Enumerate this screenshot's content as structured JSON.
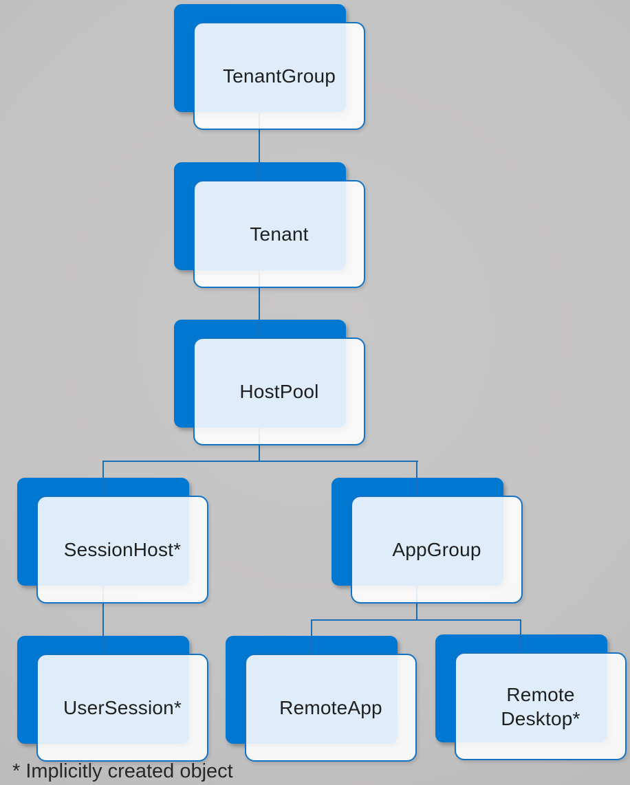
{
  "diagram": {
    "type": "hierarchy",
    "footnote": "* Implicitly created object",
    "colors": {
      "background": "#c5c4c4",
      "back_card": "#0077d0",
      "front_card_fill": "rgba(255,255,255,0.87)",
      "front_card_border": "#1273c4",
      "connector": "#1a6fb8",
      "text": "#1f1f1f"
    },
    "nodes": {
      "tenant_group": {
        "label": "TenantGroup"
      },
      "tenant": {
        "label": "Tenant"
      },
      "host_pool": {
        "label": "HostPool"
      },
      "session_host": {
        "label": "SessionHost*"
      },
      "app_group": {
        "label": "AppGroup"
      },
      "user_session": {
        "label": "UserSession*"
      },
      "remote_app": {
        "label": "RemoteApp"
      },
      "remote_desktop": {
        "label": "Remote Desktop*"
      }
    },
    "edges": [
      {
        "from": "TenantGroup",
        "to": "Tenant"
      },
      {
        "from": "Tenant",
        "to": "HostPool"
      },
      {
        "from": "HostPool",
        "to": "SessionHost*"
      },
      {
        "from": "HostPool",
        "to": "AppGroup"
      },
      {
        "from": "SessionHost*",
        "to": "UserSession*"
      },
      {
        "from": "AppGroup",
        "to": "RemoteApp"
      },
      {
        "from": "AppGroup",
        "to": "Remote Desktop*"
      }
    ]
  }
}
